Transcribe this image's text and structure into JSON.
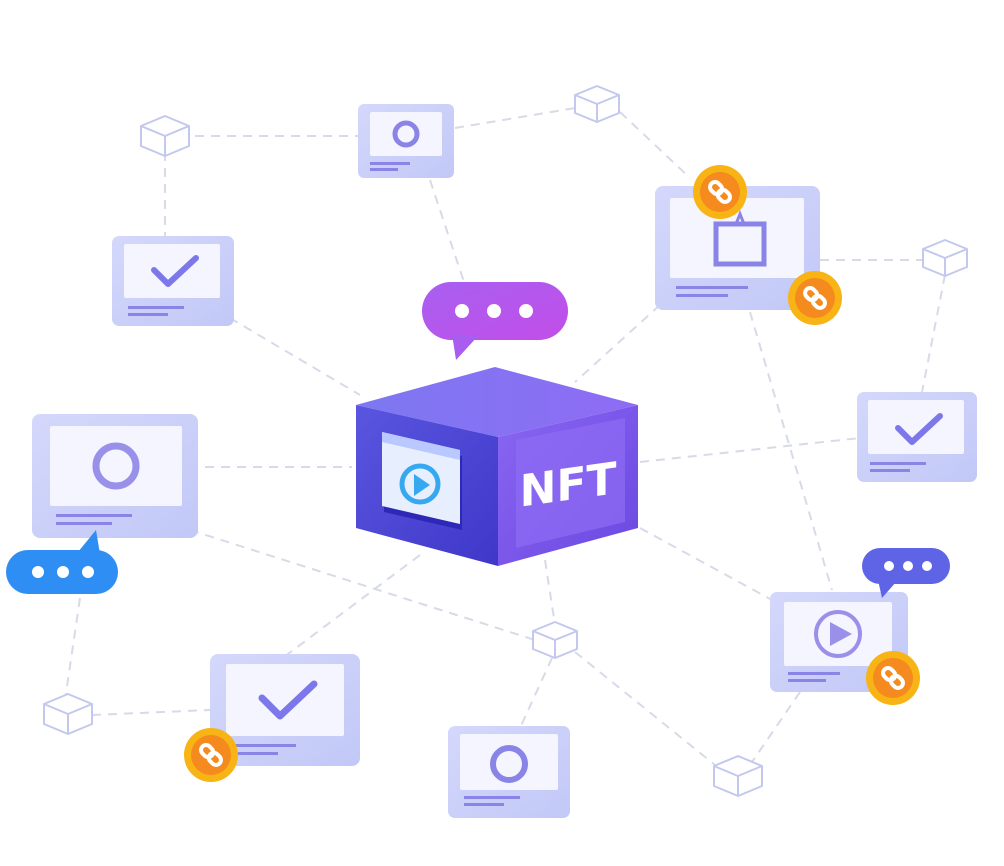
{
  "cube": {
    "label": "NFT"
  },
  "colors": {
    "bg": "#ffffff",
    "line": "#d7dbe8",
    "panel_front": "#cfd5fb",
    "panel_side": "#b7bff5",
    "screen": "#f4f5ff",
    "accent_icon": "#8a84e6",
    "cube_front": "#4b46d6",
    "cube_side": "#7b57ec",
    "cube_top": "#7f73f0",
    "coin_outer": "#f8b315",
    "coin_inner": "#f58a1f",
    "bubble_purple": "#b65af0",
    "bubble_blue": "#2f8ef3",
    "bubble_indigo": "#5f63e6",
    "play_blue": "#36a8f0"
  },
  "nodes": [
    {
      "name": "panel-ring-top",
      "icon": "ring-icon"
    },
    {
      "name": "panel-check-left-top",
      "icon": "check-icon"
    },
    {
      "name": "panel-square-right-top",
      "icon": "square-icon"
    },
    {
      "name": "panel-ring-left-large",
      "icon": "ring-icon"
    },
    {
      "name": "panel-check-right",
      "icon": "check-icon"
    },
    {
      "name": "panel-play-right-bottom",
      "icon": "play-icon"
    },
    {
      "name": "panel-check-bottom-left",
      "icon": "check-icon"
    },
    {
      "name": "panel-ring-bottom",
      "icon": "ring-icon"
    }
  ]
}
